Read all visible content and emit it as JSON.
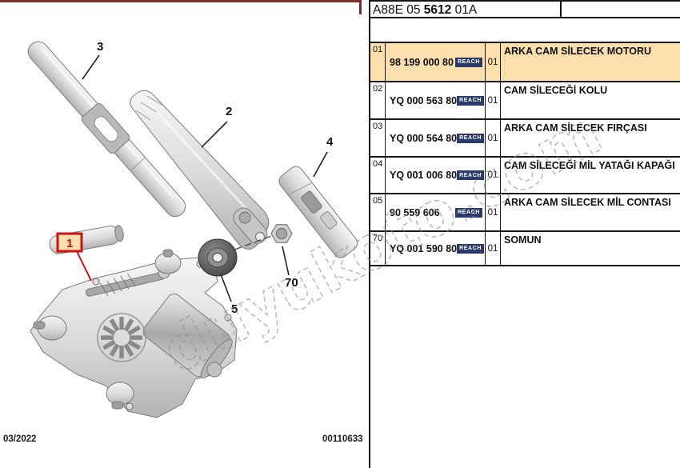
{
  "header": {
    "code_prefix": "A88E 05 ",
    "code_bold": "5612",
    "code_suffix": " 01A"
  },
  "table": {
    "badge_label": "REACH",
    "rows": [
      {
        "ref": "01",
        "part": "98 199 000 80",
        "qty": "01",
        "desc": "ARKA CAM SİLECEK MOTORU",
        "highlighted": true
      },
      {
        "ref": "02",
        "part": "YQ 000 563 80",
        "qty": "01",
        "desc": "CAM SİLECEĞİ KOLU",
        "highlighted": false
      },
      {
        "ref": "03",
        "part": "YQ 000 564 80",
        "qty": "01",
        "desc": "ARKA CAM SİLECEK FIRÇASI",
        "highlighted": false
      },
      {
        "ref": "04",
        "part": "YQ 001 006 80",
        "qty": "01",
        "desc": "CAM SİLECEĞİ MİL YATAĞI KAPAĞI",
        "highlighted": false
      },
      {
        "ref": "05",
        "part": "90 559 606",
        "qty": "01",
        "desc": "ARKA CAM SİLECEK MİL CONTASI",
        "highlighted": false
      },
      {
        "ref": "70",
        "part": "YQ 001 590 80",
        "qty": "01",
        "desc": "SOMUN",
        "highlighted": false
      }
    ]
  },
  "diagram": {
    "labels": {
      "blade": "3",
      "arm": "2",
      "cap": "4",
      "nut": "70",
      "seal": "5",
      "motor": "1"
    }
  },
  "watermark": {
    "text": "duyukoto.com"
  },
  "footer": {
    "date": "03/2022",
    "doc_number": "00110633"
  },
  "colors": {
    "highlight": "#FBDFAC",
    "badge_bg": "#2A3A6E",
    "frame": "#7D2E28",
    "callout_red": "#CC1111"
  }
}
